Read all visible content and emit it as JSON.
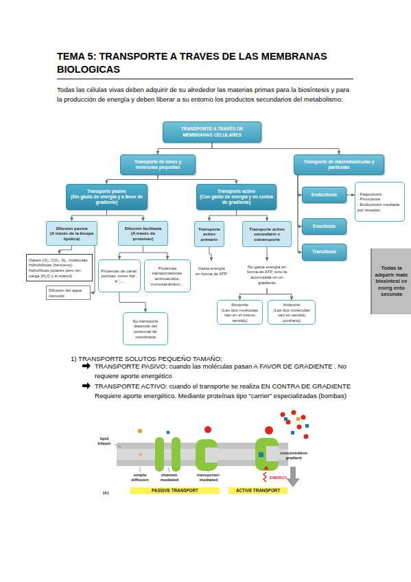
{
  "diagram": {
    "title": "TEMA 5: TRANSPORTE A TRAVES DE LAS MEMBRANAS BIOLOGICAS",
    "nodes": [
      {
        "text": [
          "TRANSPORTE A TRAVÉS DE MEMBRANAS CELULARES"
        ]
      },
      {
        "text": [
          "Transporte de iones y moléculas pequeñas"
        ]
      },
      {
        "text": [
          "Transporte de macromoléculas y partículas"
        ]
      },
      {
        "text": [
          "Transporte pasivo",
          "(Sin gasto de energía y a favor de gradiente)"
        ]
      },
      {
        "text": [
          "Transporte activo",
          "(Con gasto de energía y en contra de gradiente)"
        ]
      },
      {
        "text": [
          "Endocitosis"
        ]
      },
      {
        "text": [
          "- Fagocitosis",
          "- Pinocitosis",
          "- Endocitosis mediada por receptor"
        ]
      },
      {
        "text": [
          "Exocitosis"
        ]
      },
      {
        "text": [
          "Transitosis"
        ]
      },
      {
        "text": [
          "Difusión pasiva",
          "(A través de la bicapa lipídica)"
        ]
      },
      {
        "text": [
          "Difusión facilitada",
          "(A través de proteínas)"
        ]
      },
      {
        "text": [
          "Transporte activo primario"
        ]
      },
      {
        "text": [
          "Transporte activo secundario o cotransporte"
        ]
      },
      {
        "text": [
          "Gases (O₂, CO₂, N₂, moléculas hidrofóbicas (benceno), hidrofílicas polares pero sin carga (H₂O y el etanol)"
        ]
      },
      {
        "text": [
          "Difusión del agua: ósmosis"
        ]
      },
      {
        "text": [
          "Proteínas de canal, porinas: iones Na⁺, K⁺,..."
        ]
      },
      {
        "text": [
          "Proteínas transportadoras: aminoácidos, monosacáridos,..."
        ]
      },
      {
        "text": [
          "Su transporte depende del potencial de membrana"
        ]
      },
      {
        "text": [
          "Gasta energía en forma de ATP"
        ]
      },
      {
        "text": [
          "No gasta energía en forma de ATP, sino la acumulada en un gradiente"
        ]
      },
      {
        "text": [
          "Simporte",
          "(Las dos moléculas van en el mismo sentido)"
        ]
      },
      {
        "text": [
          "Antiporte",
          "(Las dos moléculas van en sentido contrario)"
        ]
      },
      {
        "text": [
          "Todas la adquirir mate biosintesi ce energ ento secunda"
        ]
      }
    ],
    "edges": [
      {
        "from": 0,
        "to": 1,
        "arrow": "to"
      },
      {
        "from": 0,
        "to": 2,
        "arrow": "to"
      },
      {
        "from": 1,
        "to": 3,
        "arrow": "to"
      },
      {
        "from": 1,
        "to": 4,
        "arrow": "to"
      },
      {
        "from": 2,
        "to": 5,
        "arrow": "to"
      },
      {
        "from": 2,
        "to": 7,
        "arrow": "to"
      },
      {
        "from": 2,
        "to": 8,
        "arrow": "to"
      },
      {
        "from": 5,
        "to": 6,
        "arrow": "to"
      },
      {
        "from": 3,
        "to": 9,
        "arrow": "to"
      },
      {
        "from": 3,
        "to": 10,
        "arrow": "to"
      },
      {
        "from": 4,
        "to": 11,
        "arrow": "to"
      },
      {
        "from": 4,
        "to": 12,
        "arrow": "to"
      },
      {
        "from": 9,
        "to": 13,
        "arrow": "to"
      },
      {
        "from": 9,
        "to": 14,
        "arrow": "to"
      },
      {
        "from": 10,
        "to": 15,
        "arrow": "to"
      },
      {
        "from": 10,
        "to": 16,
        "arrow": "to"
      },
      {
        "from": 15,
        "to": 17,
        "arrow": "to"
      },
      {
        "from": 11,
        "to": 18,
        "arrow": "to"
      },
      {
        "from": 12,
        "to": 19,
        "arrow": "to"
      },
      {
        "from": 19,
        "to": 20,
        "arrow": "to"
      },
      {
        "from": 19,
        "to": 21,
        "arrow": "to"
      }
    ],
    "labels": [
      "Todas las células vivas deben adquirir de su alrededor las materias primas para la biosíntesis y para la producción de energía y deben liberar a su entorno los productos secundarios del metabolismo.",
      "1) TRANSPORTE SOLUTOS PEQUEÑO TAMAÑO:",
      "TRANSPORTE PASIVO: cuando las moléculas pasan A FAVOR DE GRADIENTE . No requiere aporte energético",
      "TRANSPORTE ACTIVO: cuando el transporte se realiza EN CONTRA DE GRADIENTE Requiere aporte energético. Mediante proteínas tipo “carrier” especializadas (bombas)",
      "lipid bilayer",
      "simple diffusion",
      "channel-mediated",
      "transporter-mediated",
      "PASSIVE TRANSPORT",
      "ACTIVE TRANSPORT",
      "ENERGY",
      "concentration gradient",
      "(A)"
    ]
  }
}
